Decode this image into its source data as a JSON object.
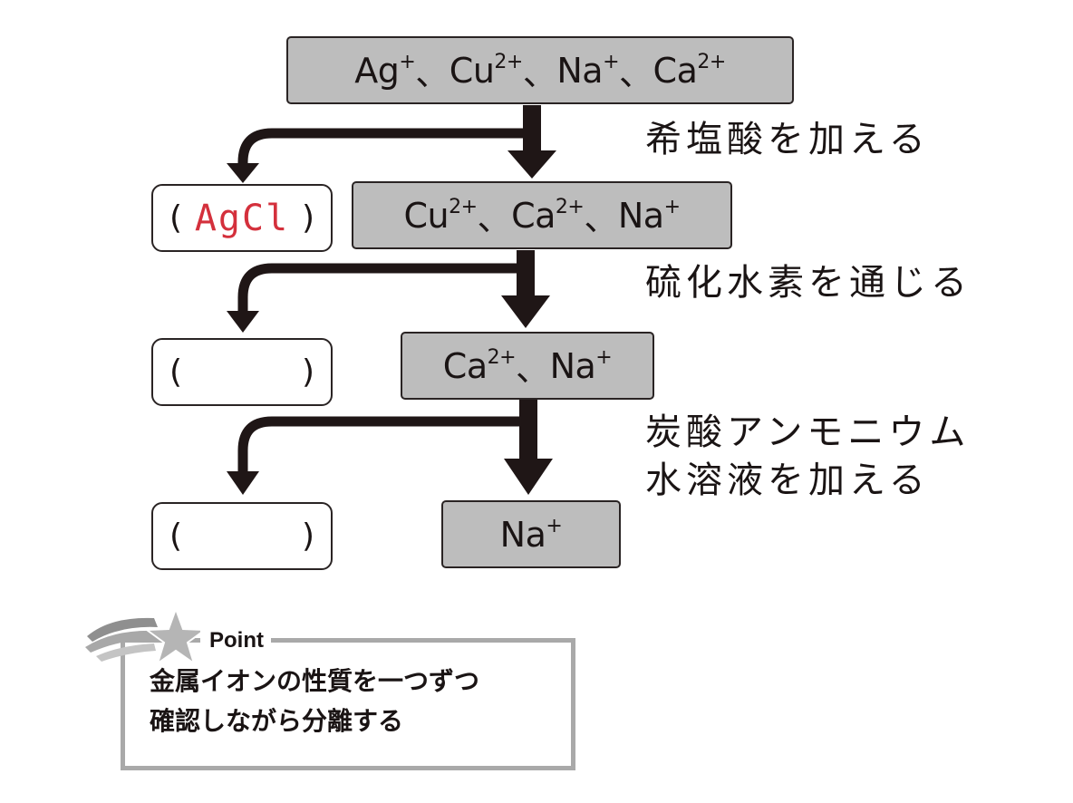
{
  "flowchart": {
    "steps": [
      {
        "ions": [
          {
            "symbol": "Ag",
            "charge": "+"
          },
          {
            "symbol": "Cu",
            "charge": "2+"
          },
          {
            "symbol": "Na",
            "charge": "+"
          },
          {
            "symbol": "Ca",
            "charge": "2+"
          }
        ],
        "reagent_lines": [
          "希塩酸を加える"
        ],
        "precipitate": {
          "open": "(",
          "answer": "AgCl",
          "close": ")"
        }
      },
      {
        "ions": [
          {
            "symbol": "Cu",
            "charge": "2+"
          },
          {
            "symbol": "Ca",
            "charge": "2+"
          },
          {
            "symbol": "Na",
            "charge": "+"
          }
        ],
        "reagent_lines": [
          "硫化水素を通じる"
        ],
        "precipitate": {
          "open": "(",
          "answer": "",
          "close": ")"
        }
      },
      {
        "ions": [
          {
            "symbol": "Ca",
            "charge": "2+"
          },
          {
            "symbol": "Na",
            "charge": "+"
          }
        ],
        "reagent_lines": [
          "炭酸アンモニウム",
          "水溶液を加える"
        ],
        "precipitate": {
          "open": "(",
          "answer": "",
          "close": ")"
        }
      }
    ],
    "final": {
      "ions": [
        {
          "symbol": "Na",
          "charge": "+"
        }
      ]
    },
    "separator": "、"
  },
  "point": {
    "title": "Point",
    "lines": [
      "金属イオンの性質を一つずつ",
      "確認しながら分離する"
    ]
  },
  "colors": {
    "arrow": "#1f1616",
    "ion_box_fill": "#bdbdbd",
    "answer_red": "#d4303c",
    "point_border": "#a9a9a9",
    "star": "#b5b5b5"
  }
}
